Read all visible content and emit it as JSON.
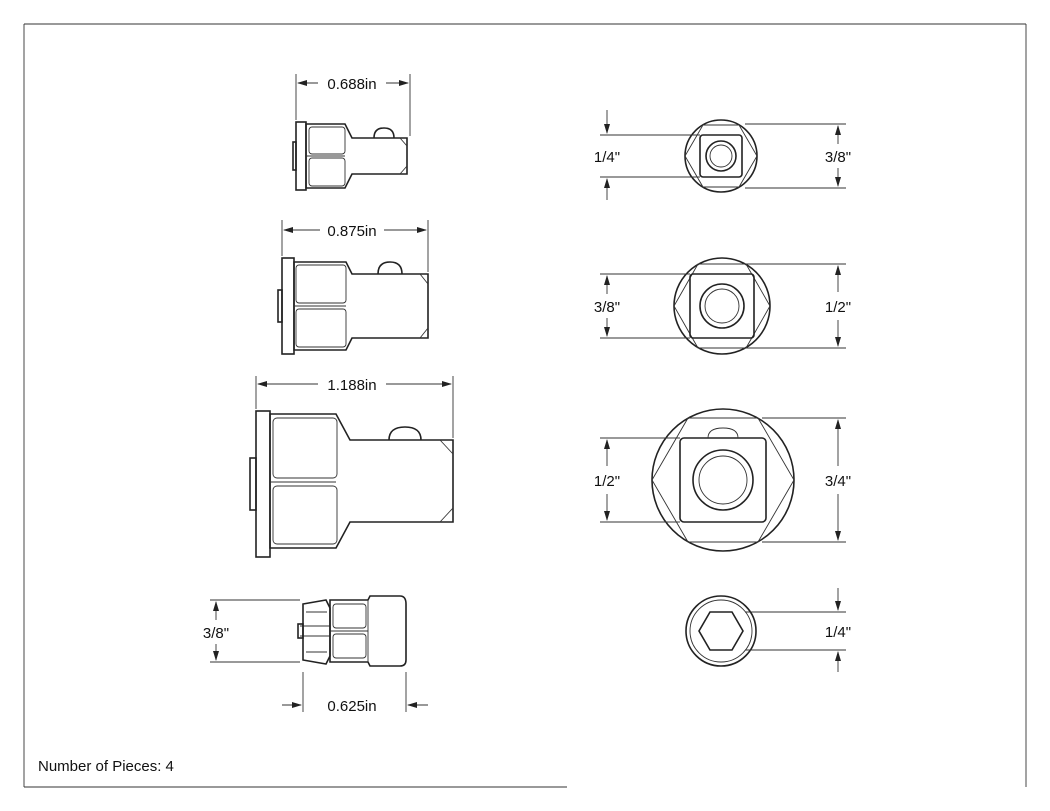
{
  "footer": {
    "pieces_label": "Number of Pieces: 4"
  },
  "side_views": [
    {
      "length": "0.688in"
    },
    {
      "length": "0.875in"
    },
    {
      "length": "1.188in"
    },
    {
      "length": "0.625in",
      "height": "3/8\""
    }
  ],
  "end_views": [
    {
      "inner": "1/4\"",
      "outer": "3/8\""
    },
    {
      "inner": "3/8\"",
      "outer": "1/2\""
    },
    {
      "inner": "1/2\"",
      "outer": "3/4\""
    },
    {
      "hex": "1/4\""
    }
  ]
}
